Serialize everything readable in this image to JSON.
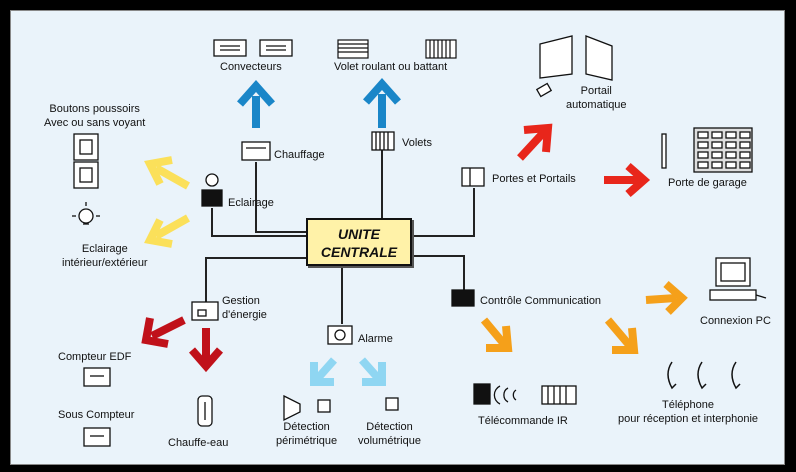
{
  "central": {
    "line1": "UNITE",
    "line2": "CENTRALE"
  },
  "labels": {
    "convecteurs": "Convecteurs",
    "volet_roulant": "Volet roulant ou battant",
    "chauffage": "Chauffage",
    "volets": "Volets",
    "portail_l1": "Portail",
    "portail_l2": "automatique",
    "boutons_l1": "Boutons poussoirs",
    "boutons_l2": "Avec ou sans voyant",
    "eclairage": "Eclairage",
    "portes_portails": "Portes et Portails",
    "porte_garage": "Porte de garage",
    "eclairage_ie_l1": "Eclairage",
    "eclairage_ie_l2": "intérieur/extérieur",
    "gestion_l1": "Gestion",
    "gestion_l2": "d'énergie",
    "controle_comm": "Contrôle Communication",
    "connexion_pc": "Connexion PC",
    "compteur_edf": "Compteur EDF",
    "alarme": "Alarme",
    "sous_compteur": "Sous Compteur",
    "chauffe_eau": "Chauffe-eau",
    "detection_peri_l1": "Détection",
    "detection_peri_l2": "périmétrique",
    "detection_vol_l1": "Détection",
    "detection_vol_l2": "volumétrique",
    "telecommande": "Télécommande IR",
    "telephone_l1": "Téléphone",
    "telephone_l2": "pour réception et interphonie"
  },
  "colors": {
    "blue": "#1a86c8",
    "red": "#e8261b",
    "darkred": "#c0111a",
    "yellow": "#fbe05a",
    "orange": "#f5a01a",
    "lightblue": "#8fd6f2",
    "central_bg": "#fff2a8"
  }
}
